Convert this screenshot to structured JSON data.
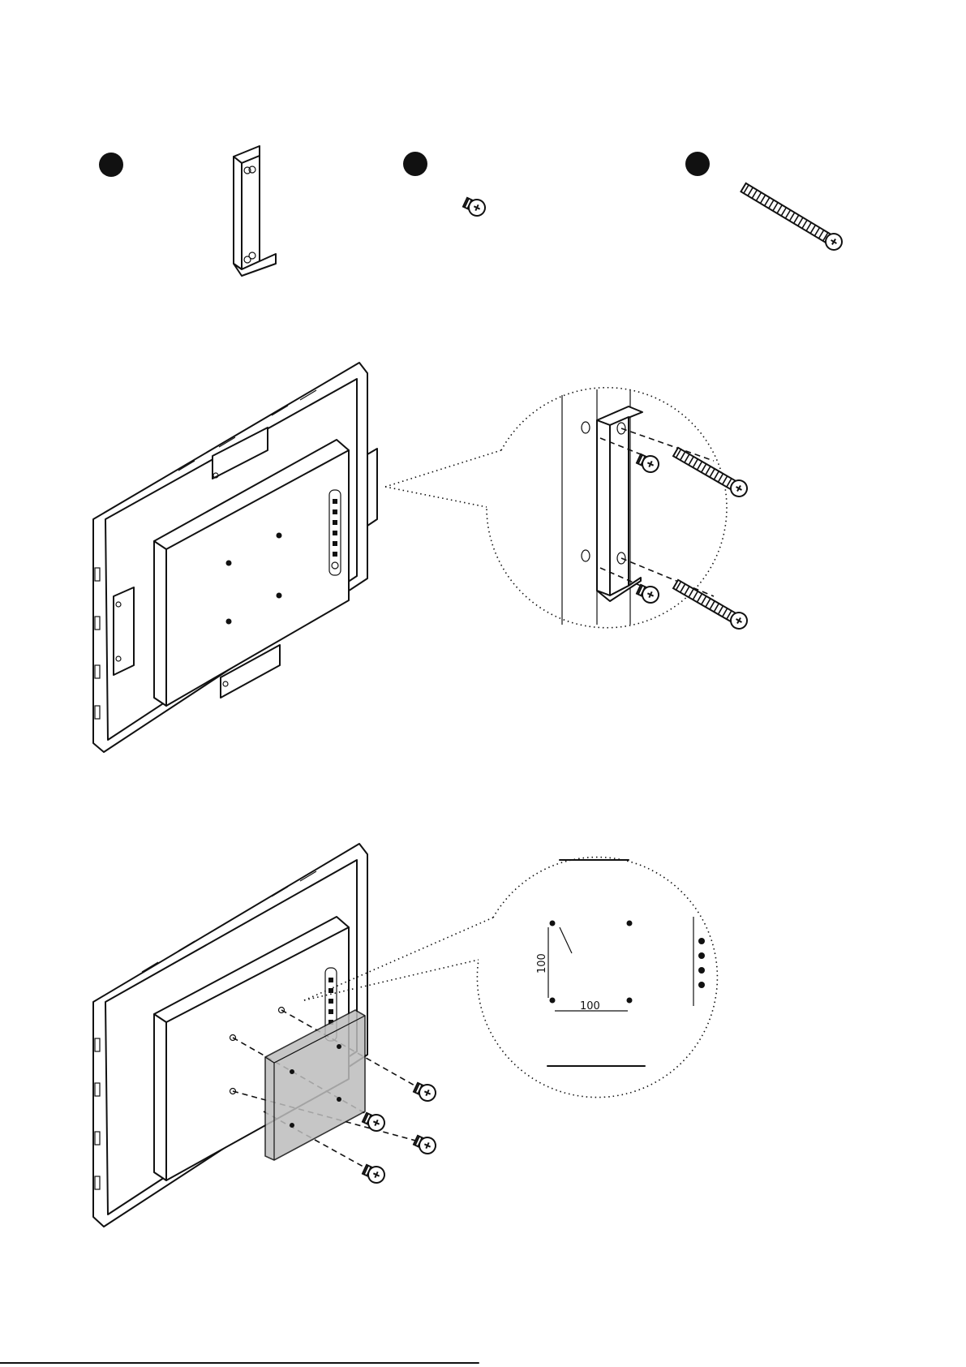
{
  "parts": [
    {
      "id": "bracket",
      "icon": "bracket-part-icon"
    },
    {
      "id": "short-screw",
      "icon": "short-screw-icon"
    },
    {
      "id": "long-screw",
      "icon": "long-screw-icon"
    }
  ],
  "vesa": {
    "horizontal_label": "100",
    "vertical_label": "100"
  },
  "colors": {
    "line": "#111111",
    "plate_fill": "#bdbdbd",
    "background": "#ffffff"
  }
}
